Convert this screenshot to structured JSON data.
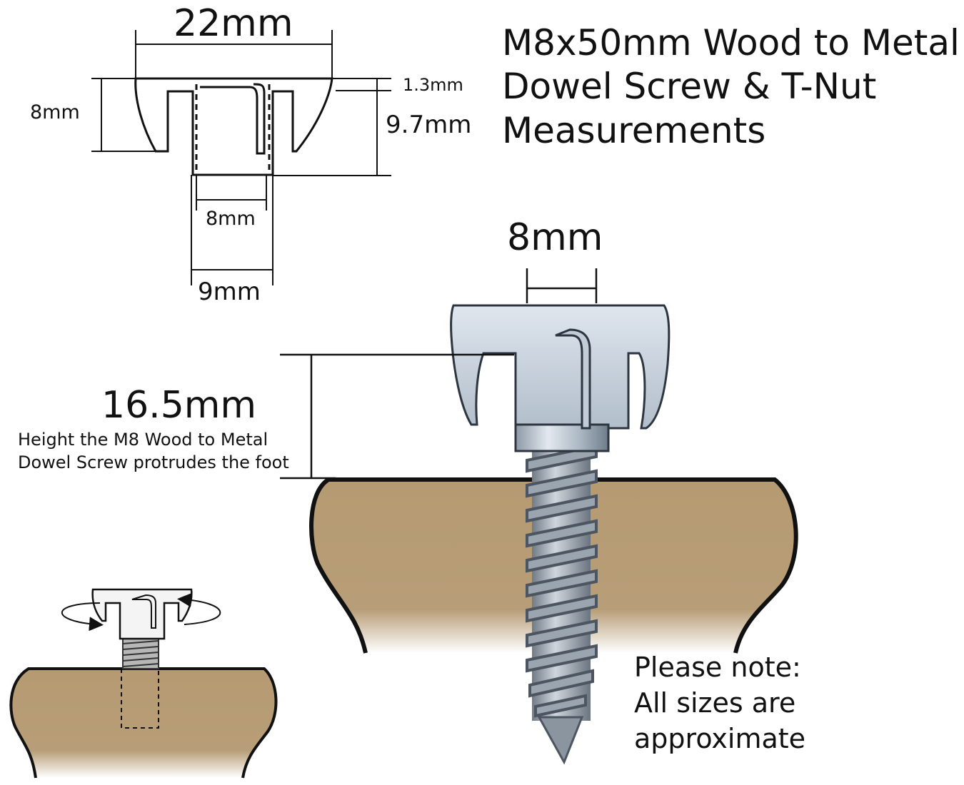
{
  "title": {
    "line1": "M8x50mm Wood to Metal",
    "line2": "Dowel Screw & T-Nut",
    "line3": "Measurements"
  },
  "tnut_dimensions": {
    "width_22": "22mm",
    "flange_1_3": "1.3mm",
    "prong_8": "8mm",
    "height_9_7": "9.7mm",
    "inner_8": "8mm",
    "outer_9": "9mm"
  },
  "main_diagram": {
    "thread_width": "8mm",
    "protrusion": "16.5mm",
    "protrusion_caption_line1": "Height the M8 Wood to Metal",
    "protrusion_caption_line2": "Dowel Screw protrudes the foot"
  },
  "note": {
    "line1": "Please note:",
    "line2": "All sizes are",
    "line3": "approximate"
  },
  "colors": {
    "wood": "#b59a72",
    "wood_dark": "#9e8460",
    "metal_light": "#d3dbe4",
    "metal_mid": "#a9b6c4",
    "metal_dark": "#6f7c8a",
    "ink": "#111111"
  }
}
